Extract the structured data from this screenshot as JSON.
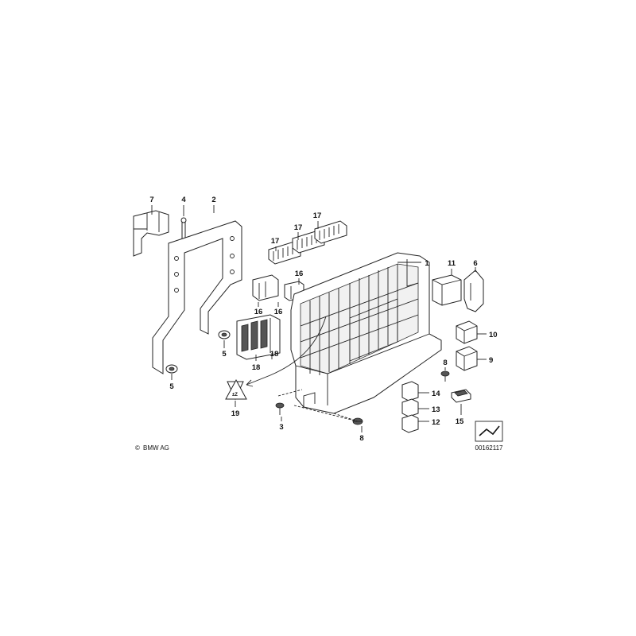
{
  "callouts": {
    "c1": "1",
    "c2": "2",
    "c3": "3",
    "c4": "4",
    "c5a": "5",
    "c5b": "5",
    "c6": "6",
    "c7": "7",
    "c8a": "8",
    "c8b": "8",
    "c9": "9",
    "c10": "10",
    "c11": "11",
    "c12": "12",
    "c13": "13",
    "c14": "14",
    "c15": "15",
    "c16a": "16",
    "c16b": "16",
    "c16c": "16",
    "c17a": "17",
    "c17b": "17",
    "c17c": "17",
    "c18a": "18",
    "c18b": "18",
    "c19": "19"
  },
  "copyright": "BMW AG",
  "copyright_symbol": "©",
  "image_number": "00162117"
}
